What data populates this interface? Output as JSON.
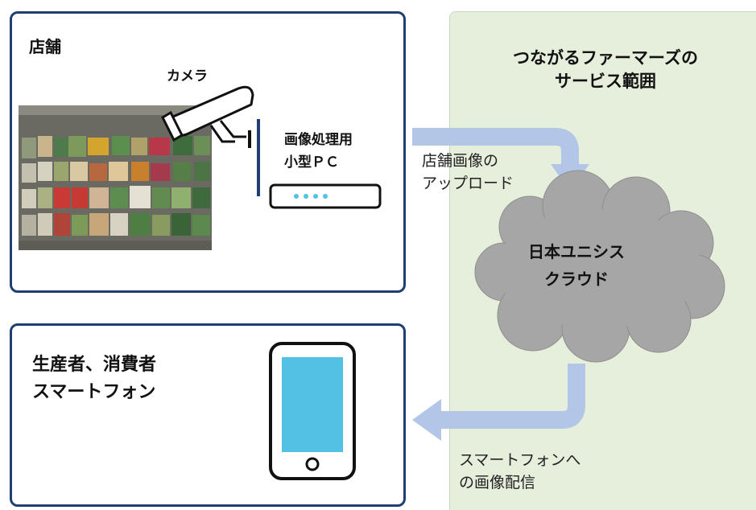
{
  "service_area": {
    "title_lines": [
      "つながるファーマーズの",
      "サービス範囲"
    ]
  },
  "store": {
    "title": "店舗",
    "camera_label": "カメラ",
    "pc_label_lines": [
      "画像処理用",
      "小型ＰＣ"
    ]
  },
  "cloud": {
    "label_lines": [
      "日本ユニシス",
      "クラウド"
    ]
  },
  "upload": {
    "label_lines": [
      "店舗画像の",
      "アップロード"
    ]
  },
  "delivery": {
    "label_lines": [
      "スマートフォンへ",
      "の画像配信"
    ]
  },
  "phone_box": {
    "title_lines": [
      "生産者、消費者",
      "スマートフォン"
    ]
  },
  "colors": {
    "box_border": "#1f3f73",
    "service_bg": "#e6efdc",
    "arrow": "#b4c6e7",
    "cloud": "#a6a6a6",
    "phone_screen": "#52c2e4",
    "pc_leds": "#52c2e4"
  },
  "icons": [
    "camera-icon",
    "mini-pc-icon",
    "cloud-icon",
    "smartphone-icon",
    "store-photo"
  ]
}
